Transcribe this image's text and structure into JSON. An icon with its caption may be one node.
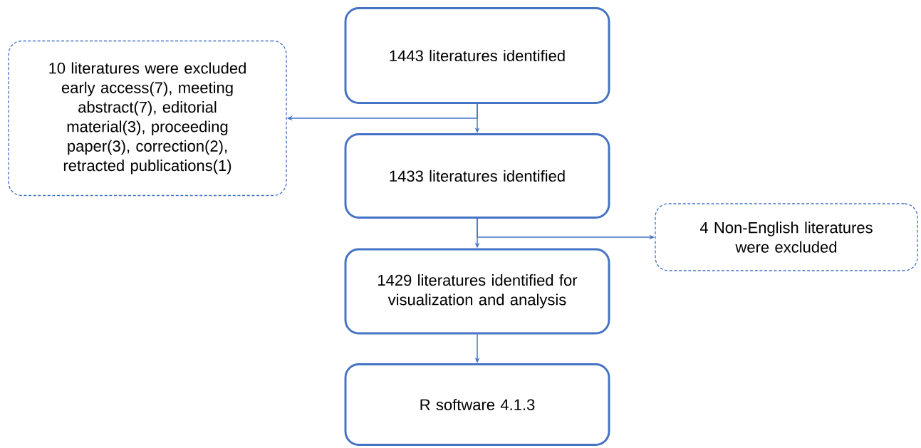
{
  "diagram": {
    "nodes": [
      {
        "text": [
          "1443 literatures identified"
        ]
      },
      {
        "text": [
          "10 literatures were excluded early access(7), meeting abstract(7), editorial material(3), proceeding paper(3), correction(2), retracted publications(1)"
        ]
      },
      {
        "text": [
          "1433 literatures identified"
        ]
      },
      {
        "text": [
          "4 Non-English literatures were excluded"
        ]
      },
      {
        "text": [
          "1429 literatures identified for visualization and analysis"
        ]
      },
      {
        "text": [
          "R software 4.1.3"
        ]
      }
    ],
    "edges": [
      {
        "from": 0,
        "to": 1,
        "arrow": "to"
      },
      {
        "from": 0,
        "to": 2,
        "arrow": "to"
      },
      {
        "from": 2,
        "to": 3,
        "arrow": "to"
      },
      {
        "from": 2,
        "to": 4,
        "arrow": "to"
      },
      {
        "from": 4,
        "to": 5,
        "arrow": "to"
      }
    ]
  }
}
